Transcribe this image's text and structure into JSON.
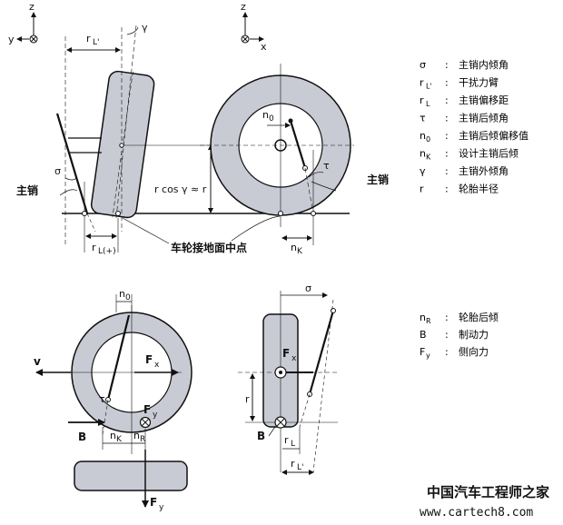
{
  "top_left_view": {
    "axis_z": "z",
    "axis_y": "y",
    "kingpin_label": "主销",
    "dim_rL_prime": "r",
    "dim_rL_prime_sub": "L'",
    "dim_rL_plus": "r",
    "dim_rL_plus_sub": "L(+)",
    "angle_sigma": "σ",
    "angle_gamma": "γ",
    "radius_expr": "r cos γ ≈ r"
  },
  "top_right_view": {
    "axis_z": "z",
    "axis_x": "x",
    "kingpin_label": "主销",
    "dim_n0": "n",
    "dim_n0_sub": "0",
    "dim_nK": "n",
    "dim_nK_sub": "K",
    "angle_tau": "τ",
    "ground_caption": "车轮接地面中点"
  },
  "bottom_left_view": {
    "dim_n0": "n",
    "dim_n0_sub": "0",
    "force_v": "v",
    "force_Fx": "F",
    "force_Fx_sub": "x",
    "force_Fy": "F",
    "force_Fy_sub": "y",
    "force_B": "B",
    "angle_tau": "τ",
    "dim_nK": "n",
    "dim_nK_sub": "K",
    "dim_nR": "n",
    "dim_nR_sub": "R",
    "force_Fy2": "F",
    "force_Fy2_sub": "y"
  },
  "bottom_right_view": {
    "angle_sigma": "σ",
    "force_Fx": "F",
    "force_Fx_sub": "x",
    "radius": "r",
    "force_B": "B",
    "dim_rL": "r",
    "dim_rL_sub": "L",
    "dim_rL_prime": "r",
    "dim_rL_prime_sub": "L'"
  },
  "legend_top": [
    {
      "symbol": "σ",
      "sub": "",
      "sep": ":",
      "text": "主销内倾角"
    },
    {
      "symbol": "r",
      "sub": "L'",
      "sep": ":",
      "text": "干扰力臂"
    },
    {
      "symbol": "r",
      "sub": "L",
      "sep": ":",
      "text": "主销偏移距"
    },
    {
      "symbol": "τ",
      "sub": "",
      "sep": ":",
      "text": "主销后倾角"
    },
    {
      "symbol": "n",
      "sub": "0",
      "sep": ":",
      "text": "主销后倾偏移值"
    },
    {
      "symbol": "n",
      "sub": "K",
      "sep": ":",
      "text": "设计主销后倾"
    },
    {
      "symbol": "γ",
      "sub": "",
      "sep": ":",
      "text": "主销外倾角"
    },
    {
      "symbol": "r",
      "sub": "",
      "sep": ":",
      "text": "轮胎半径"
    }
  ],
  "legend_bottom": [
    {
      "symbol": "n",
      "sub": "R",
      "sep": ":",
      "text": "轮胎后倾"
    },
    {
      "symbol": "B",
      "sub": "",
      "sep": ":",
      "text": "制动力"
    },
    {
      "symbol": "F",
      "sub": "y",
      "sep": ":",
      "text": "侧向力"
    }
  ],
  "watermark": {
    "title": "中国汽车工程师之家",
    "url": "www.cartech8.com"
  },
  "colors": {
    "tire_fill": "#c9cbd4",
    "hub_fill": "#ffffff",
    "line": "#111111"
  }
}
